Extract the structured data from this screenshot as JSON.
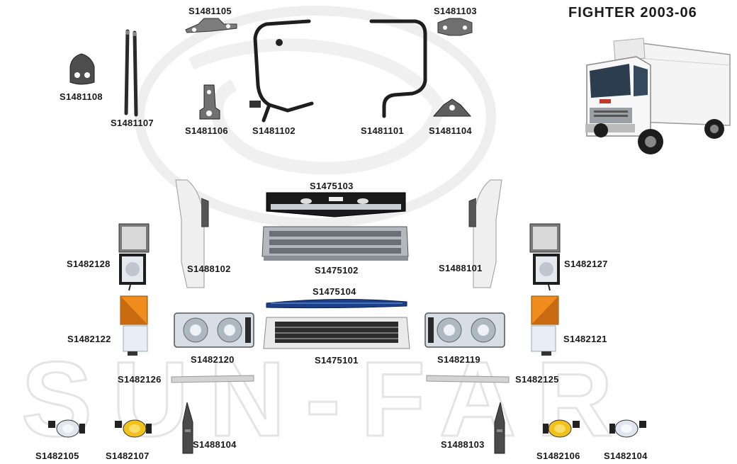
{
  "title": "FIGHTER  2003-06",
  "watermark_text": "SUN-FAR",
  "parts": [
    {
      "id": "S1481105"
    },
    {
      "id": "S1481103"
    },
    {
      "id": "S1481108"
    },
    {
      "id": "S1481107"
    },
    {
      "id": "S1481106"
    },
    {
      "id": "S1481102"
    },
    {
      "id": "S1481101"
    },
    {
      "id": "S1481104"
    },
    {
      "id": "S1475103"
    },
    {
      "id": "S1482128"
    },
    {
      "id": "S1488102"
    },
    {
      "id": "S1475102"
    },
    {
      "id": "S1488101"
    },
    {
      "id": "S1482127"
    },
    {
      "id": "S1475104"
    },
    {
      "id": "S1482122"
    },
    {
      "id": "S1482120"
    },
    {
      "id": "S1475101"
    },
    {
      "id": "S1482119"
    },
    {
      "id": "S1482121"
    },
    {
      "id": "S1482126"
    },
    {
      "id": "S1482125"
    },
    {
      "id": "S1482105"
    },
    {
      "id": "S1482107"
    },
    {
      "id": "S1488104"
    },
    {
      "id": "S1488103"
    },
    {
      "id": "S1482106"
    },
    {
      "id": "S1482104"
    }
  ],
  "colors": {
    "chrome": "#8a8f96",
    "amber": "#f08c1e",
    "fog_yellow": "#f2c21a",
    "grille_blue": "#1c3f8a",
    "watermark": "#ececec"
  }
}
